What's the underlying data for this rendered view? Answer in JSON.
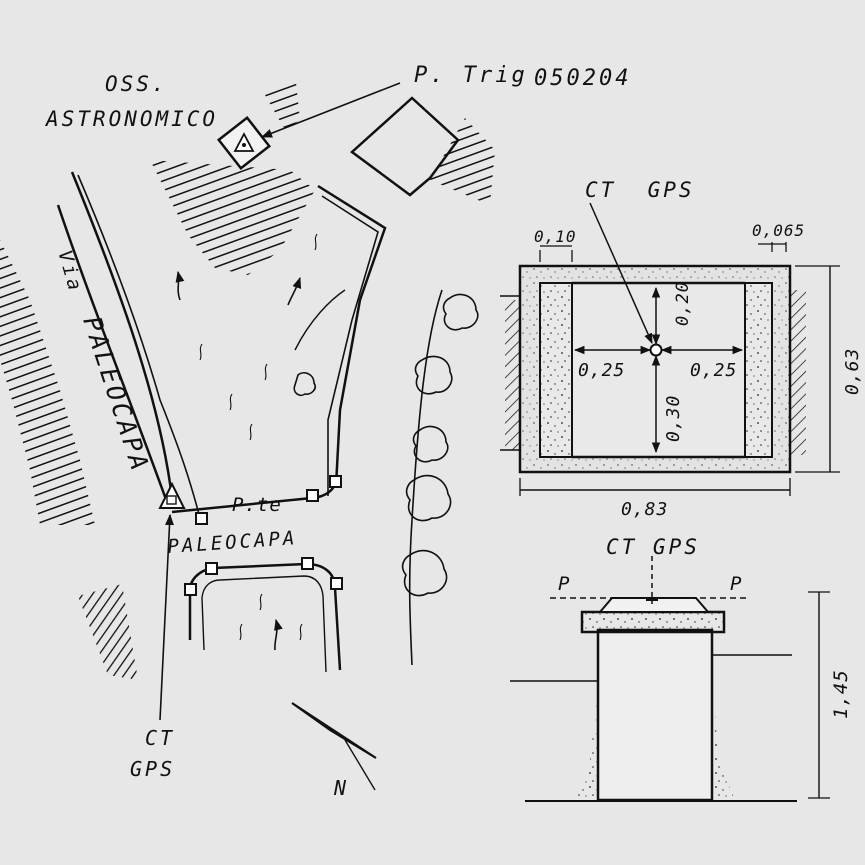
{
  "map": {
    "observatory_line1": "OSS.",
    "observatory_line2": "ASTRONOMICO",
    "trig_label": "P. Trig",
    "trig_code": "050204",
    "street_word": "Via",
    "street_name": "PALEOCAPA",
    "bridge_abbrev": "P.te",
    "bridge_name": "PALEOCAPA",
    "station_line1": "CT",
    "station_line2": "GPS",
    "north_label": "N"
  },
  "plan_view": {
    "station_label": "CT  GPS",
    "dim_edge_left": "0,10",
    "dim_edge_right": "0,065",
    "dim_top": "0,20",
    "dim_left": "0,25",
    "dim_right": "0,25",
    "dim_bottom": "0,30",
    "dim_width": "0,83",
    "dim_height": "0,63"
  },
  "section_view": {
    "station_label": "CT GPS",
    "plane_left": "P",
    "plane_right": "P",
    "dim_depth": "1,45"
  }
}
